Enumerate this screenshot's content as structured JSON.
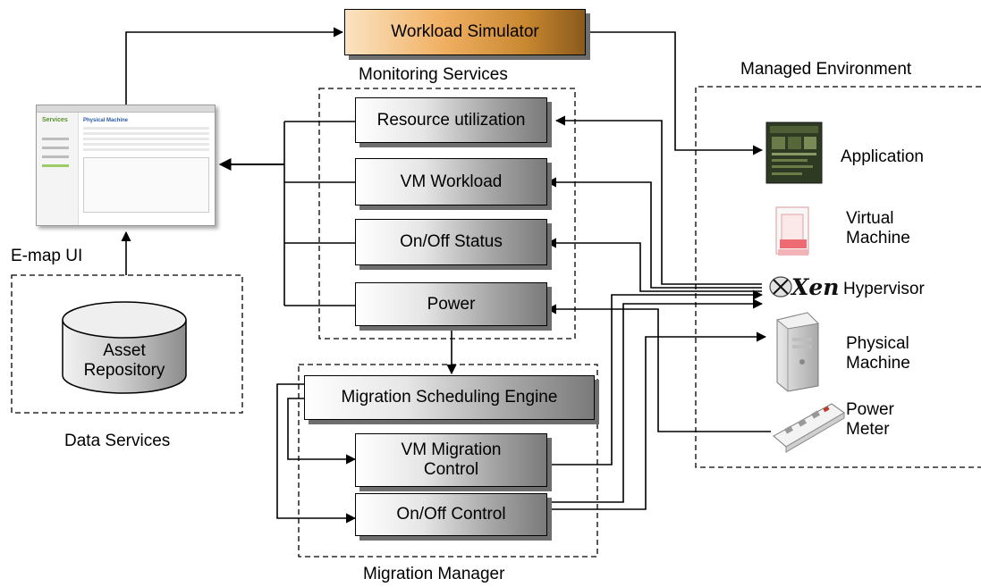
{
  "labels": {
    "monitoring_services": "Monitoring Services",
    "managed_environment": "Managed Environment",
    "emap_ui": "E-map UI",
    "data_services": "Data Services",
    "migration_manager": "Migration Manager"
  },
  "boxes": {
    "workload_simulator": "Workload Simulator",
    "resource_utilization": "Resource utilization",
    "vm_workload": "VM Workload",
    "onoff_status": "On/Off Status",
    "power": "Power",
    "migration_scheduling_engine": "Migration Scheduling Engine",
    "vm_migration_control": "VM Migration Control",
    "onoff_control": "On/Off Control"
  },
  "repository": "Asset Repository",
  "environment": {
    "application": "Application",
    "virtual_machine": "Virtual Machine",
    "hypervisor": "Hypervisor",
    "hypervisor_logo": "Xen",
    "physical_machine": "Physical Machine",
    "power_meter": "Power Meter"
  },
  "emap_screenshot": {
    "brand": "Services",
    "title": "Physical Machine"
  },
  "colors": {
    "box_dark": "#7a7a7a",
    "simulator_orange": "#f1b165"
  }
}
